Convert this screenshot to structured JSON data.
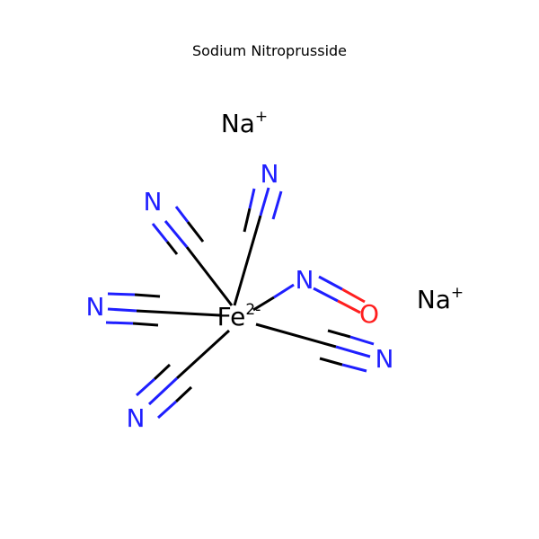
{
  "title": "Sodium Nitroprusside",
  "colors": {
    "carbon_bond": "#000000",
    "nitrogen": "#1f1fff",
    "oxygen": "#ff1f1f",
    "iron": "#000000",
    "sodium": "#000000"
  },
  "atoms": {
    "na1": {
      "symbol": "Na",
      "charge": "+"
    },
    "na2": {
      "symbol": "Na",
      "charge": "+"
    },
    "fe": {
      "symbol": "Fe",
      "charge": "2-"
    },
    "n_top": {
      "symbol": "N"
    },
    "n_upper_left": {
      "symbol": "N"
    },
    "n_left": {
      "symbol": "N"
    },
    "n_lower_left": {
      "symbol": "N"
    },
    "n_lower_right": {
      "symbol": "N"
    },
    "n_nitroso": {
      "symbol": "N"
    },
    "o_nitroso": {
      "symbol": "O"
    }
  }
}
